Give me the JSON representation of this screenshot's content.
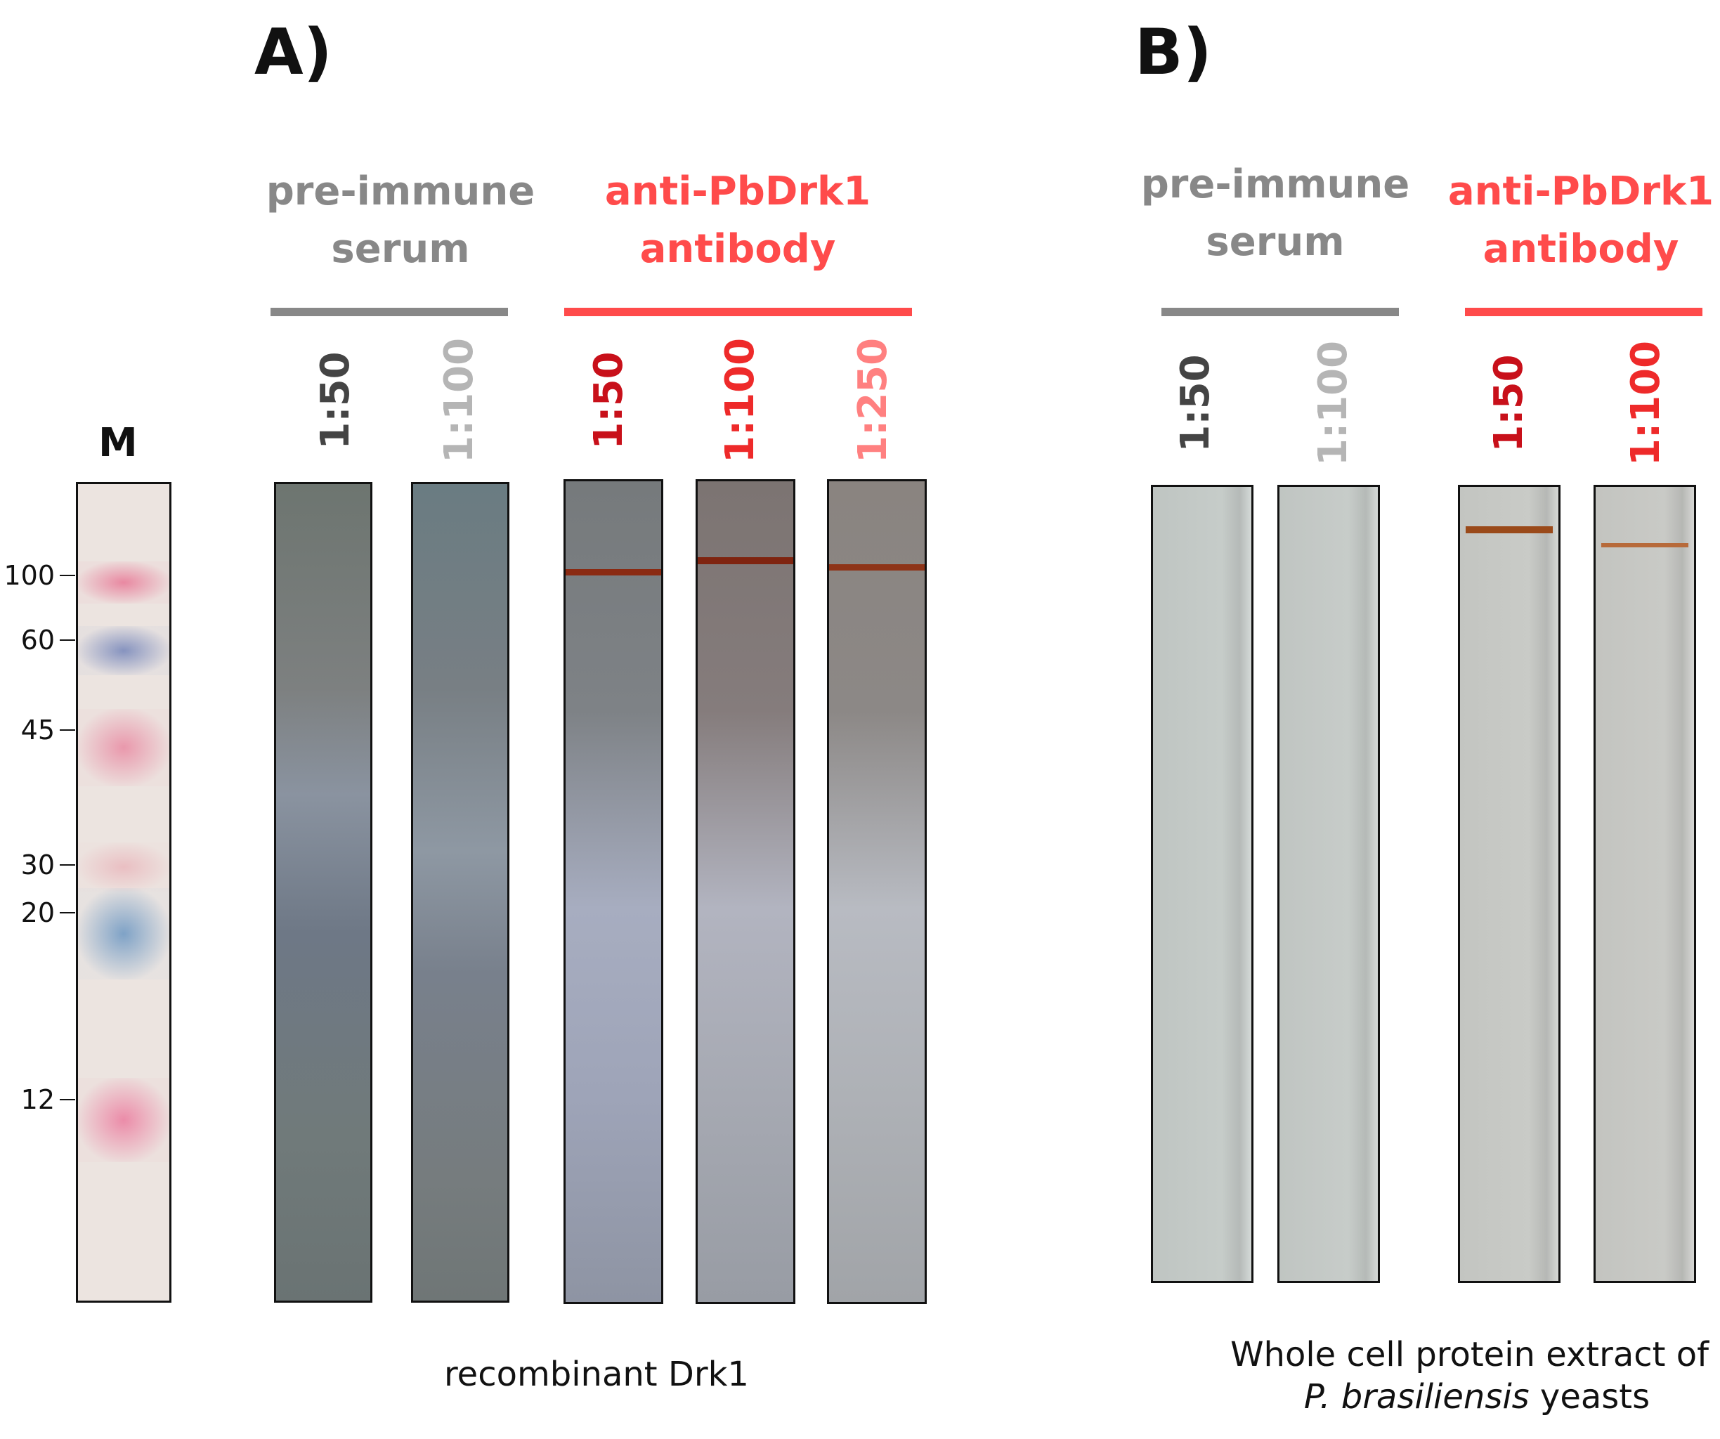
{
  "panels": {
    "a": {
      "label": "A)",
      "caption": "recombinant Drk1",
      "groups": [
        {
          "title": "pre-immune\nserum",
          "color": "#888888"
        },
        {
          "title": "anti-PbDrk1\nantibody",
          "color": "#ff4b4b"
        }
      ],
      "lanes": [
        {
          "label": "1:50",
          "color": "#444444"
        },
        {
          "label": "1:100",
          "color": "#b5b5b5"
        },
        {
          "label": "1:50",
          "color": "#c8101a"
        },
        {
          "label": "1:100",
          "color": "#ee2a2a"
        },
        {
          "label": "1:250",
          "color": "#ff8080"
        }
      ]
    },
    "b": {
      "label": "B)",
      "caption_line1": "Whole cell protein extract of",
      "caption_species": "P. brasiliensis",
      "caption_suffix": " yeasts",
      "groups": [
        {
          "title": "pre-immune\nserum",
          "color": "#888888"
        },
        {
          "title": "anti-PbDrk1\nantibody",
          "color": "#ff4b4b"
        }
      ],
      "lanes": [
        {
          "label": "1:50",
          "color": "#444444"
        },
        {
          "label": "1:100",
          "color": "#b5b5b5"
        },
        {
          "label": "1:50",
          "color": "#c8101a"
        },
        {
          "label": "1:100",
          "color": "#ee2a2a"
        }
      ]
    }
  },
  "marker": {
    "label": "M",
    "weights": [
      "100",
      "60",
      "45",
      "30",
      "20",
      "12"
    ]
  }
}
